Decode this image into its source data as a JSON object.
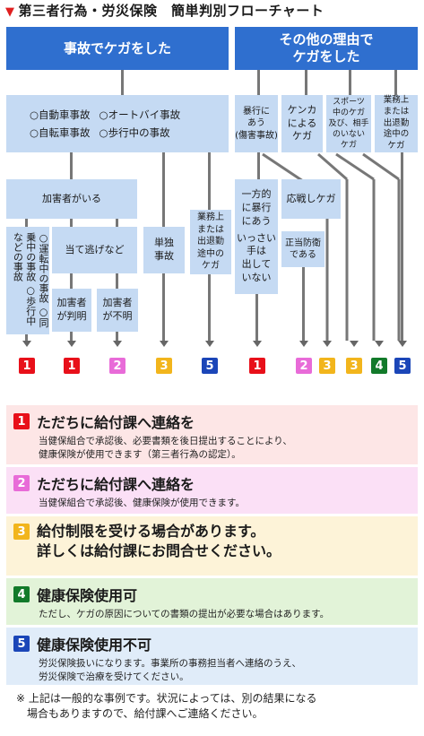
{
  "title": "第三者行為・労災保険　簡単判別フローチャート",
  "headers": {
    "left": "事故でケガをした",
    "right": "その他の理由で\nケガをした"
  },
  "accidents": {
    "car": "○自動車事故",
    "bike": "○オートバイ事故",
    "bicycle": "○自転車事故",
    "pedestrian": "○歩行中の事故"
  },
  "other_reasons": {
    "violence": "暴行に\nあう\n(傷害事故)",
    "fight": "ケンカ\nによる\nケガ",
    "sports": "スポーツ\n中のケガ\n及び、相手\nのいない\nケガ",
    "work": "業務上\nまたは\n出退勤\n途中の\nケガ"
  },
  "branches": {
    "has_perpetrator": "加害者がいる",
    "single": "単独\n事故",
    "work_commute": "業務上\nまたは\n出退勤\n途中の\nケガ",
    "one_sided": "一方的\nに暴行\nにあう",
    "no_hit_back": "いっさい\n手は\n出して\nいない",
    "counter": "応戦しケガ",
    "self_defense": "正当防衛\nである"
  },
  "perpetrator": {
    "driving": "○運転中の事故",
    "passenger": "○同乗中の事故",
    "walking": "○歩行中などの事故",
    "hit_run": "当て逃げなど",
    "known": "加害者\nが判明",
    "unknown": "加害者\nが不明"
  },
  "outcomes": [
    "1",
    "1",
    "2",
    "3",
    "5",
    "1",
    "2",
    "3",
    "3",
    "4",
    "5"
  ],
  "legend": [
    {
      "num": "1",
      "head": "ただちに給付課へ連絡を",
      "desc": "当健保組合で承認後、必要書類を後日提出することにより、\n健康保険が使用できます（第三者行為の認定）。"
    },
    {
      "num": "2",
      "head": "ただちに給付課へ連絡を",
      "desc": "当健保組合で承認後、健康保険が使用できます。"
    },
    {
      "num": "3",
      "head": "給付制限を受ける場合があります。\n詳しくは給付課にお問合せください。",
      "desc": ""
    },
    {
      "num": "4",
      "head": "健康保険使用可",
      "desc": "ただし、ケガの原因についての書類の提出が必要な場合はあります。"
    },
    {
      "num": "5",
      "head": "健康保険使用不可",
      "desc": "労災保険扱いになります。事業所の事務担当者へ連絡のうえ、\n労災保険で治療を受けてください。"
    }
  ],
  "footnote": "※ 上記は一般的な事例です。状況によっては、別の結果になる\n　場合もありますので、給付課へご連絡ください。",
  "colors": {
    "header": "#2f6fcf",
    "box": "#c5daf3",
    "1": "#e8101a",
    "2": "#e86bd8",
    "3": "#f2b51c",
    "4": "#127a2a",
    "5": "#1b46b8"
  }
}
